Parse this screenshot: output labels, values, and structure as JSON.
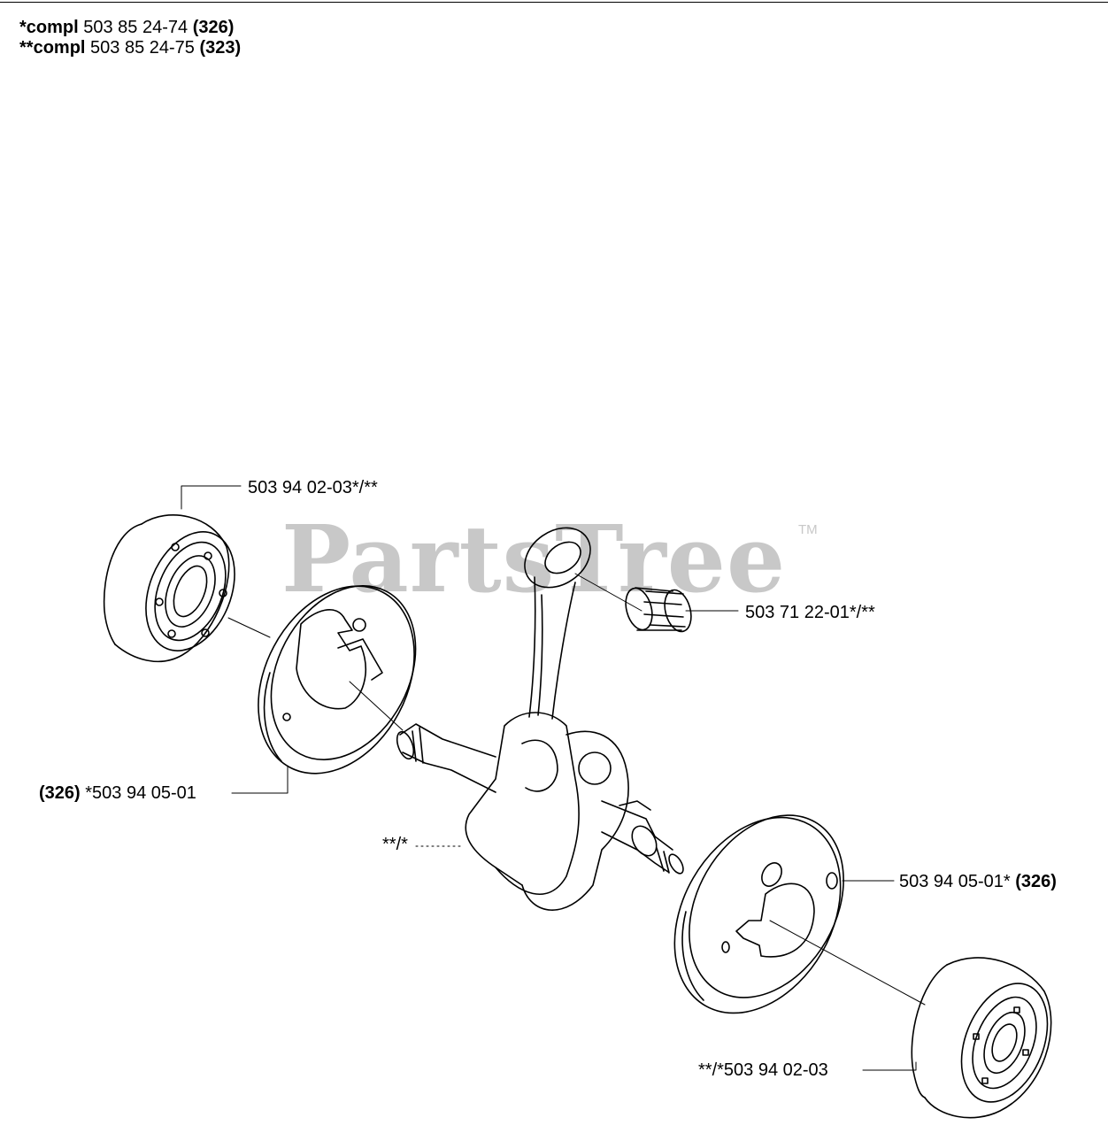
{
  "header": {
    "line1_prefix": "*compl",
    "line1_number": "503 85 24-74",
    "line1_suffix": "(326)",
    "line2_prefix": "**compl",
    "line2_number": "503 85 24-75",
    "line2_suffix": "(323)"
  },
  "watermark": {
    "text": "PartsTree",
    "tm": "TM"
  },
  "callouts": {
    "bearing_top": {
      "text": "503 94 02-03*/**"
    },
    "needle_bearing": {
      "text": "503 71 22-01*/**"
    },
    "flywheel_left": {
      "prefix": "(326)",
      "text": "*503 94 05-01"
    },
    "crankshaft": {
      "text": "**/*"
    },
    "flywheel_right": {
      "text": "503 94 05-01*",
      "suffix": "(326)"
    },
    "bearing_bottom": {
      "text": "**/*503 94 02-03"
    }
  }
}
